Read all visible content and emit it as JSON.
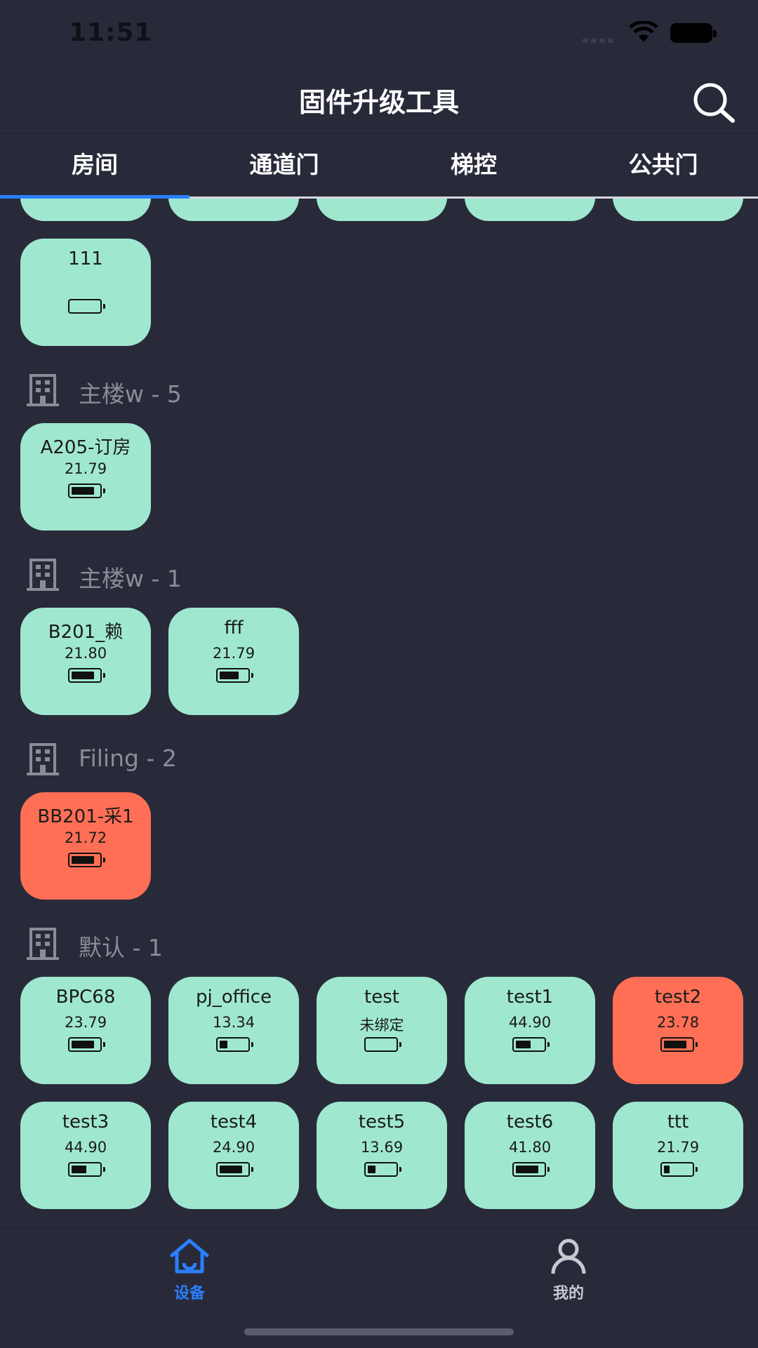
{
  "status_bar": {
    "time": "11:51"
  },
  "nav": {
    "title": "固件升级工具",
    "search_icon": "search-icon"
  },
  "tabs": [
    {
      "label": "房间",
      "active": true
    },
    {
      "label": "通道门",
      "active": false
    },
    {
      "label": "梯控",
      "active": false
    },
    {
      "label": "公共门",
      "active": false
    }
  ],
  "colors": {
    "background": "#282a3a",
    "card_normal": "#9fe8cf",
    "card_alert": "#ff6f55",
    "accent": "#2b7fff",
    "muted_text": "#8a8c99"
  },
  "top_partial_cards": 5,
  "orphan_card": {
    "name": "111",
    "value": "",
    "battery_level": 0,
    "status": "normal"
  },
  "groups": [
    {
      "label": "主楼w - 5",
      "icon": "building-icon",
      "devices": [
        {
          "name": "A205-订房",
          "value": "21.79",
          "battery_level": 0.85,
          "status": "normal"
        }
      ]
    },
    {
      "label": "主楼w - 1",
      "icon": "building-icon",
      "devices": [
        {
          "name": "B201_赖",
          "value": "21.80",
          "battery_level": 0.85,
          "status": "normal"
        },
        {
          "name": "fff",
          "value": "21.79",
          "battery_level": 0.7,
          "status": "normal"
        }
      ]
    },
    {
      "label": "Filing - 2",
      "icon": "building-icon",
      "devices": [
        {
          "name": "BB201-采1",
          "value": "21.72",
          "battery_level": 0.85,
          "status": "alert"
        }
      ]
    },
    {
      "label": "默认 - 1",
      "icon": "building-icon",
      "devices": [
        {
          "name": "BPC68",
          "value": "23.79",
          "battery_level": 0.85,
          "status": "normal"
        },
        {
          "name": "pj_office",
          "value": "13.34",
          "battery_level": 0.3,
          "status": "normal"
        },
        {
          "name": "test",
          "value": "未绑定",
          "battery_level": 0,
          "status": "normal"
        },
        {
          "name": "test1",
          "value": "44.90",
          "battery_level": 0.55,
          "status": "normal"
        },
        {
          "name": "test2",
          "value": "23.78",
          "battery_level": 0.85,
          "status": "alert"
        },
        {
          "name": "test3",
          "value": "44.90",
          "battery_level": 0.55,
          "status": "normal"
        },
        {
          "name": "test4",
          "value": "24.90",
          "battery_level": 0.85,
          "status": "normal"
        },
        {
          "name": "test5",
          "value": "13.69",
          "battery_level": 0.3,
          "status": "normal"
        },
        {
          "name": "test6",
          "value": "41.80",
          "battery_level": 0.85,
          "status": "normal"
        },
        {
          "name": "ttt",
          "value": "21.79",
          "battery_level": 0.2,
          "status": "normal"
        }
      ]
    }
  ],
  "bottom_tabs": [
    {
      "label": "设备",
      "icon": "home-icon",
      "active": true,
      "color": "#2b7fff"
    },
    {
      "label": "我的",
      "icon": "user-icon",
      "active": false,
      "color": "#c8c9d0"
    }
  ]
}
